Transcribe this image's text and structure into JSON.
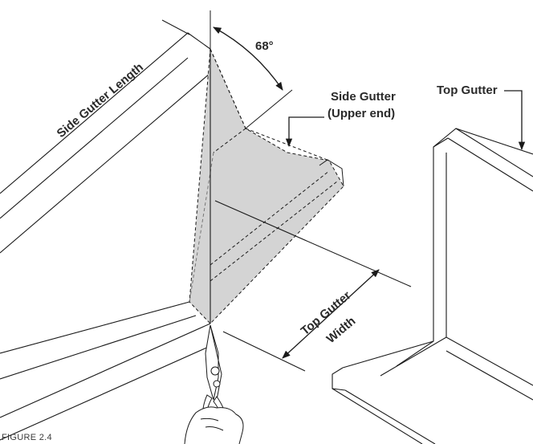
{
  "labels": {
    "side_gutter_length": "Side Gutter Length",
    "angle": "68°",
    "side_gutter_line1": "Side Gutter",
    "side_gutter_line2": "(Upper end)",
    "top_gutter": "Top Gutter",
    "top_gutter_width_line1": "Top Gutter",
    "top_gutter_width_line2": "Width"
  },
  "caption": "FIGURE 2.4",
  "colors": {
    "line": "#1a1a1a",
    "shade": "#d4d4d4",
    "text": "#2a2a2a"
  }
}
